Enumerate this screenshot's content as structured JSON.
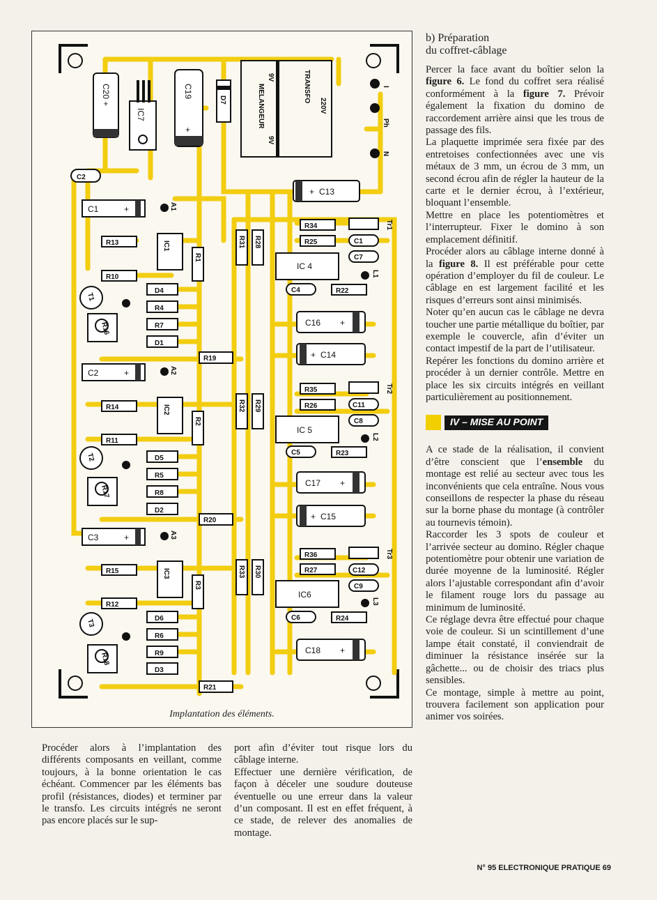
{
  "figure": {
    "caption": "Implantation des éléments.",
    "components": {
      "c20": "C20 +",
      "ic7": "IC7",
      "c19": "C19",
      "plus": "+",
      "d7": "D7",
      "v9a": "9V",
      "v9b": "9V",
      "melange": "MELANGEUR",
      "transfo": "TRANSFO",
      "v220": "220V",
      "ph": "Ph",
      "n": "N",
      "i": "I",
      "c2a": "C2",
      "c1": "C1",
      "a1": "A1",
      "r13": "R13",
      "ic1": "IC1",
      "r1": "R1",
      "r10": "R10",
      "d4": "D4",
      "r4": "R4",
      "r7": "R7",
      "d1": "D1",
      "t1": "T1",
      "r16": "R16",
      "c13": "C13",
      "r34": "R34",
      "tr1": "Tr1",
      "r31": "R31",
      "r28": "R28",
      "r25": "R25",
      "c1b": "C1",
      "c7": "C7",
      "ic4": "IC 4",
      "l1": "L1",
      "c4": "C4",
      "r22": "R22",
      "c16": "C16",
      "c14": "C14",
      "r19": "R19",
      "c2b": "C2",
      "a2": "A2",
      "r14": "R14",
      "ic2": "IC2",
      "r2": "R2",
      "r11": "R11",
      "d5": "D5",
      "r5": "R5",
      "r8": "R8",
      "d2": "D2",
      "t2": "T2",
      "r17": "R17",
      "r35": "R35",
      "tr2": "Tr2",
      "r32": "R32",
      "r29": "R29",
      "r26": "R26",
      "c11": "C11",
      "c8": "C8",
      "ic5": "IC 5",
      "l2": "L2",
      "c5": "C5",
      "r23": "R23",
      "c17": "C17",
      "c15": "C15",
      "r20": "R20",
      "c3": "C3",
      "a3": "A3",
      "r15": "R15",
      "ic3": "IC3",
      "r3": "R3",
      "r12": "R12",
      "d6": "D6",
      "r6": "R6",
      "r9": "R9",
      "d3": "D3",
      "t3": "T3",
      "r18": "R18",
      "r36": "R36",
      "tr3": "Tr3",
      "r33": "R33",
      "r30": "R30",
      "r27": "R27",
      "c12": "C12",
      "c9": "C9",
      "ic6": "IC6",
      "l3": "L3",
      "c6": "C6",
      "r24": "R24",
      "c18": "C18",
      "r21": "R21"
    }
  },
  "col_a": {
    "p1": "Procéder alors à l’implantation des différents composants en veillant, comme toujours, à la bonne orientation le cas échéant. Commencer par les éléments bas profil (résistances, diodes) et terminer par le transfo. Les circuits intégrés ne seront pas encore placés sur le sup-"
  },
  "col_b": {
    "p1": "port afin d’éviter tout risque lors du câblage interne.",
    "p2": "Effectuer une dernière vérification, de façon à déceler une soudure douteuse éventuelle ou une erreur dans la valeur d’un composant. Il est en effet fréquent, à ce stade, de relever des anomalies de montage."
  },
  "col_right": {
    "subhead": "b) Préparation\ndu coffret-câblage",
    "p1_a": "Percer la face avant du boîtier selon la ",
    "p1_b": "figure 6.",
    "p1_c": " Le fond du coffret sera réalisé conformément à la ",
    "p1_d": "figure 7.",
    "p1_e": " Prévoir également la fixation du domino de raccordement arrière ainsi que les trous de passage des fils.",
    "p2": "La plaquette imprimée sera fixée par des entretoises confectionnées avec une vis métaux de 3 mm, un écrou de 3 mm, un second écrou afin de régler la hauteur de la carte et le dernier écrou, à l’extérieur, bloquant l’ensemble.",
    "p3": "Mettre en place les potentiomètres et l’interrupteur. Fixer le domino à son emplacement définitif.",
    "p4_a": "Procéder alors au câblage interne donné à la ",
    "p4_b": "figure 8.",
    "p4_c": " Il est préférable pour cette opération d’employer du fil de couleur. Le câblage en est largement facilité et les risques d’erreurs sont ainsi minimisés.",
    "p5": "Noter qu’en aucun cas le câblage ne devra toucher une partie métallique du boîtier, par exemple le couvercle, afin d’éviter un contact impestif de la part de l’utilisateur.",
    "p6": "Repérer les fonctions du domino arrière et procéder à un dernier contrôle. Mettre en place les six circuits intégrés en veillant particulièrement au positionnement.",
    "section": "IV – MISE AU POINT",
    "p7_a": "A ce stade de la réalisation, il convient d’être conscient que l’",
    "p7_b": "ensemble",
    "p7_c": " du montage est relié au secteur avec tous les inconvénients que cela entraîne. Nous vous conseillons de respecter la phase du réseau sur la borne phase du montage (à contrôler au tournevis témoin).",
    "p8": "Raccorder les 3 spots de couleur et l’arrivée secteur au domino. Régler chaque potentiomètre pour obtenir une variation de durée moyenne de la luminosité. Régler alors l’ajustable correspondant afin d’avoir le filament rouge lors du passage au minimum de luminosité.",
    "p9": "Ce réglage devra être effectué pour chaque voie de couleur. Si un scintillement d’une lampe était constaté, il conviendrait de diminuer la résistance insérée sur la gâchette... ou de choisir des triacs plus sensibles.",
    "p10": "Ce montage, simple à mettre au point, trouvera facilement son application pour animer vos soirées."
  },
  "footer": "N° 95 ELECTRONIQUE PRATIQUE 69",
  "colors": {
    "trace": "#f2cd10",
    "ink": "#1e1e1e",
    "paper": "#f4f1ea"
  }
}
